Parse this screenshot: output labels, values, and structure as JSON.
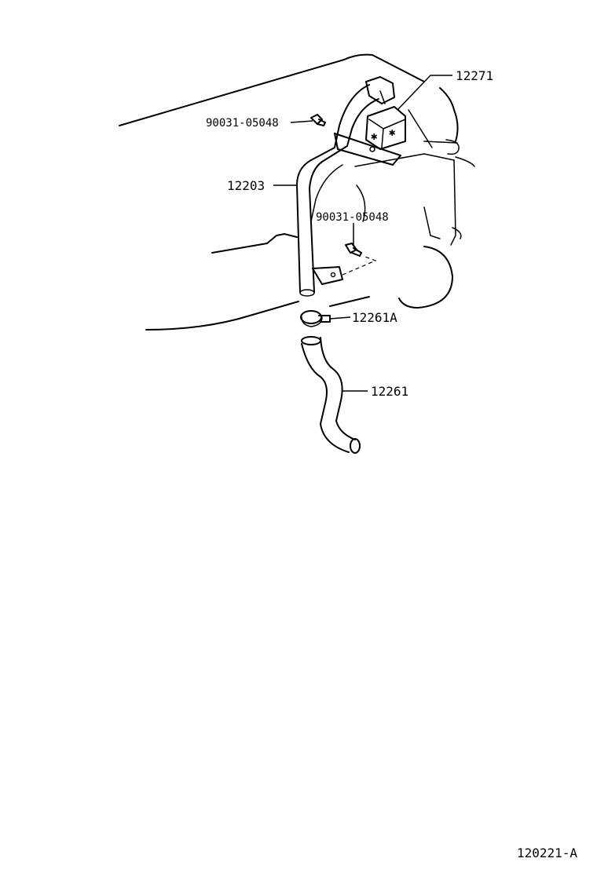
{
  "parts": {
    "vsv": "12271",
    "bolt_upper": "90031-05048",
    "pipe": "12203",
    "bolt_lower": "90031-05048",
    "clamp": "12261A",
    "hose": "12261"
  },
  "illustration_code": "120221-A"
}
